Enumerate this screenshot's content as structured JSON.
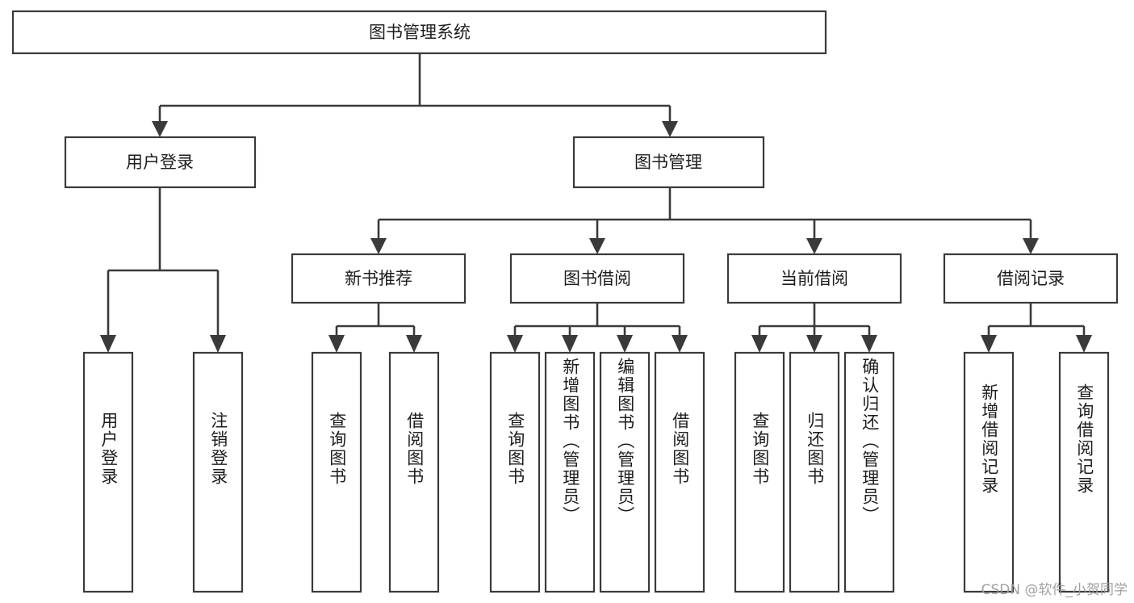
{
  "diagram": {
    "type": "tree-hierarchy-chart",
    "title": "图书管理系统",
    "stroke_color": "#3a3a3a",
    "box_fill": "#ffffff",
    "text_color": "#1d1d1d",
    "watermark": "CSDN @软件_小贺同学",
    "levels": {
      "root": {
        "label": "图书管理系统"
      },
      "level2": [
        {
          "label": "用户登录"
        },
        {
          "label": "图书管理"
        }
      ],
      "level3": [
        {
          "label": "新书推荐"
        },
        {
          "label": "图书借阅"
        },
        {
          "label": "当前借阅"
        },
        {
          "label": "借阅记录"
        }
      ],
      "level4": [
        {
          "label": "用户登录",
          "parent": "用户登录"
        },
        {
          "label": "注销登录",
          "parent": "用户登录"
        },
        {
          "label": "查询图书",
          "parent": "新书推荐"
        },
        {
          "label": "借阅图书",
          "parent": "新书推荐"
        },
        {
          "label": "查询图书",
          "parent": "图书借阅"
        },
        {
          "label": "新增图书（管理员）",
          "parent": "图书借阅"
        },
        {
          "label": "编辑图书（管理员）",
          "parent": "图书借阅"
        },
        {
          "label": "借阅图书",
          "parent": "图书借阅"
        },
        {
          "label": "查询图书",
          "parent": "当前借阅"
        },
        {
          "label": "归还图书",
          "parent": "当前借阅"
        },
        {
          "label": "确认归还（管理员）",
          "parent": "当前借阅"
        },
        {
          "label": "新增借阅记录",
          "parent": "借阅记录"
        },
        {
          "label": "查询借阅记录",
          "parent": "借阅记录"
        }
      ]
    }
  }
}
